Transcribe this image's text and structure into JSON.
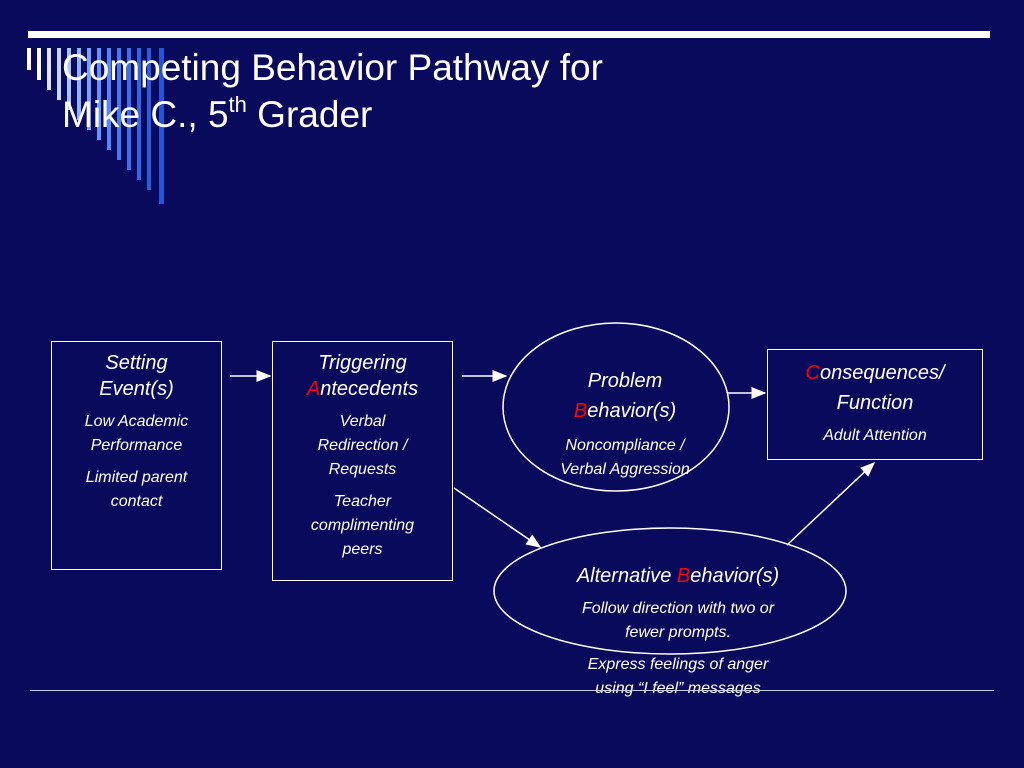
{
  "slide": {
    "title_line1": "Competing Behavior Pathway for",
    "title_line2": "Mike C., 5",
    "title_sup": "th",
    "title_line2_end": " Grader"
  },
  "setting_events": {
    "heading_line1": "Setting",
    "heading_line2": "Event(s)",
    "item1_line1": "Low Academic",
    "item1_line2": "Performance",
    "item2_line1": "Limited parent",
    "item2_line2": "contact"
  },
  "triggering_antecedents": {
    "heading_line1": "Triggering",
    "heading_letter": "A",
    "heading_rest": "ntecedents",
    "item1_line1": "Verbal",
    "item1_line2": "Redirection /",
    "item1_line3": "Requests",
    "item2_line1": "Teacher",
    "item2_line2": "complimenting",
    "item2_line3": "peers"
  },
  "problem_behavior": {
    "heading_line1": "Problem",
    "heading_letter": "B",
    "heading_rest": "ehavior(s)",
    "item_line1": "Noncompliance /",
    "item_line2": "Verbal Aggression"
  },
  "consequences": {
    "heading_letter": "C",
    "heading_rest": "onsequences/",
    "heading_line2": "Function",
    "item": "Adult Attention"
  },
  "alternative_behavior": {
    "heading_start": "Alternative ",
    "heading_letter": "B",
    "heading_rest": "ehavior(s)",
    "item1_line1": "Follow direction with two or",
    "item1_line2": "fewer prompts.",
    "item2_line1": "Express feelings of anger",
    "item2_line2": "using “I feel” messages"
  },
  "colors": {
    "background": "#0a0a5c",
    "text": "#ffffff",
    "accent_letter": "#ff0000"
  }
}
